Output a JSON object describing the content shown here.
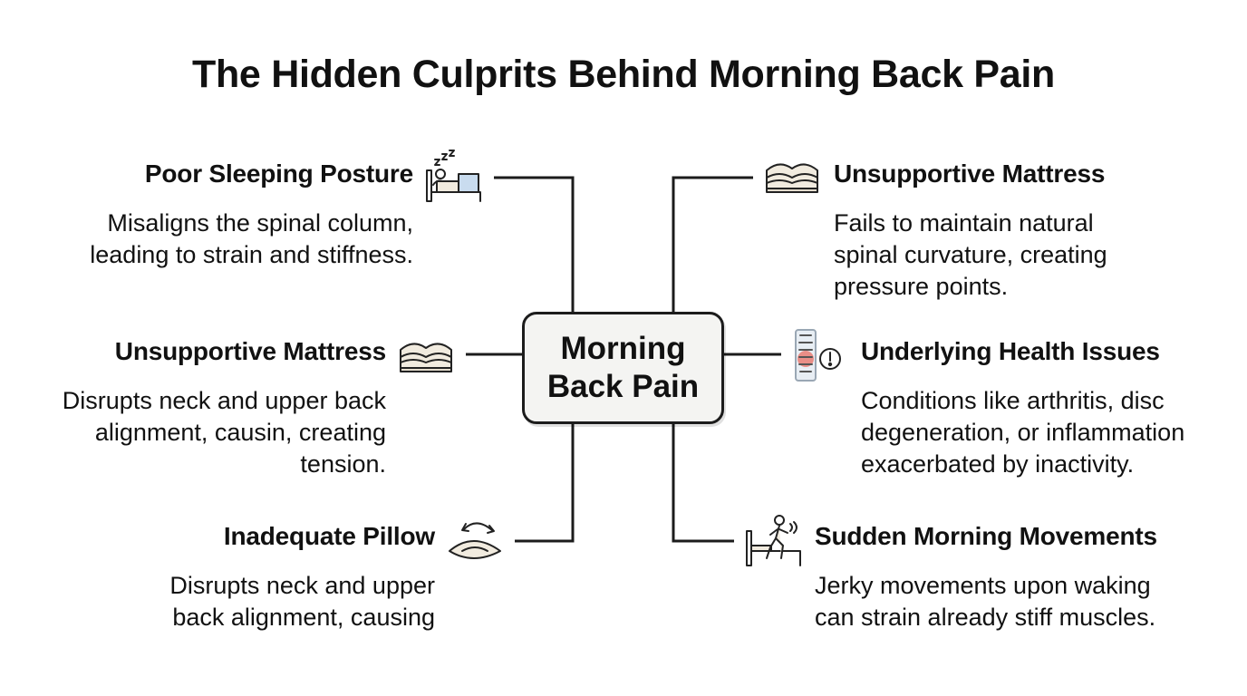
{
  "title": "The Hidden Culprits Behind Morning Back Pain",
  "center": {
    "line1": "Morning",
    "line2": "Back Pain"
  },
  "left_items": [
    {
      "title": "Poor Sleeping Posture",
      "description": "Misaligns the spinal column,\nleading to strain and stiffness.",
      "icon": "sleeping-person-icon"
    },
    {
      "title": "Unsupportive Mattress",
      "description": "Disrupts neck and upper back\nalignment, causin, creating\ntension.",
      "icon": "mattress-icon"
    },
    {
      "title": "Inadequate Pillow",
      "description": "Disrupts neck and upper\nback alignment, causing",
      "icon": "pillow-icon"
    }
  ],
  "right_items": [
    {
      "title": "Unsupportive Mattress",
      "description": "Fails to maintain natural\nspinal curvature, creating\npressure points.",
      "icon": "mattress-icon"
    },
    {
      "title": "Underlying Health Issues",
      "description": "Conditions like arthritis, disc\ndegeneration, or inflammation\nexacerbated by inactivity.",
      "icon": "spine-warning-icon"
    },
    {
      "title": "Sudden Morning Movements",
      "description": "Jerky movements upon waking\ncan strain already stiff muscles.",
      "icon": "person-rising-from-bed-icon"
    }
  ],
  "colors": {
    "text": "#111111",
    "line": "#1c1c1c",
    "center_fill": "#f4f4f2",
    "icon_fill": "#f1ebdf",
    "accent_blue": "#c9dcef",
    "accent_red": "#e8756b"
  }
}
